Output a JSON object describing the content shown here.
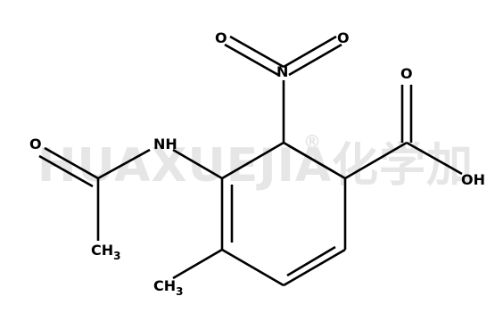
{
  "watermark": {
    "text": "HUAXUEJIA",
    "registered": "®",
    "cjk": "化学加"
  },
  "atoms": {
    "o_nitro_left": "O",
    "o_nitro_right": "O",
    "n_nitro": "N",
    "o_carboxyl": "O",
    "oh_carboxyl": "OH",
    "o_acetyl": "O",
    "nh": "NH",
    "ch3_acetyl_main": "CH",
    "ch3_acetyl_sub": "3",
    "ch3_ring_main": "CH",
    "ch3_ring_sub": "3"
  }
}
